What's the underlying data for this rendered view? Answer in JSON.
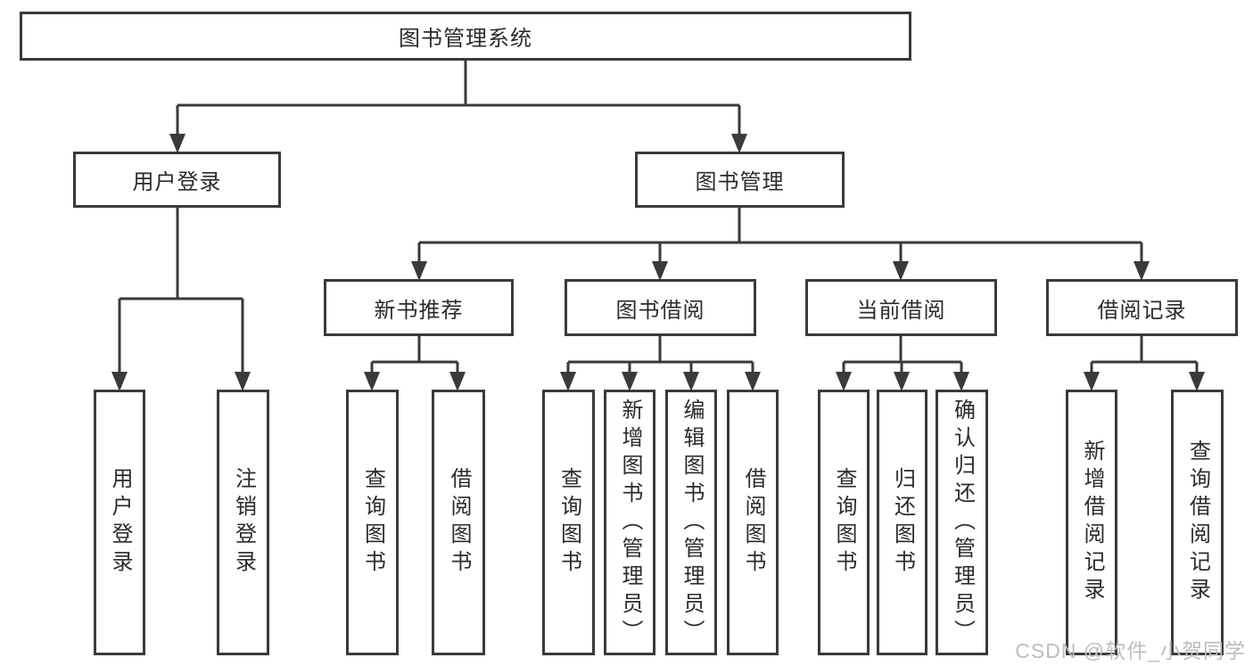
{
  "diagram": {
    "title_node": {
      "label": "图书管理系统"
    },
    "level2": {
      "user_login": {
        "label": "用户登录"
      },
      "book_management": {
        "label": "图书管理"
      }
    },
    "level3": {
      "new_book_recommend": {
        "label": "新书推荐"
      },
      "book_borrow": {
        "label": "图书借阅"
      },
      "current_borrow": {
        "label": "当前借阅"
      },
      "borrow_record": {
        "label": "借阅记录"
      }
    },
    "leaves": [
      {
        "label": "用户登录"
      },
      {
        "label": "注销登录"
      },
      {
        "label": "查询图书"
      },
      {
        "label": "借阅图书"
      },
      {
        "label": "查询图书"
      },
      {
        "label": "新增图书（管理员）"
      },
      {
        "label": "编辑图书（管理员）"
      },
      {
        "label": "借阅图书"
      },
      {
        "label": "查询图书"
      },
      {
        "label": "归还图书"
      },
      {
        "label": "确认归还（管理员）"
      },
      {
        "label": "新增借阅记录"
      },
      {
        "label": "查询借阅记录"
      }
    ]
  },
  "watermark": {
    "text": "CSDN @软件_小贺同学"
  },
  "colors": {
    "line": "#3a3a3a",
    "text": "#2b2b2b",
    "watermark": "#bdbdbd",
    "background": "#ffffff"
  }
}
